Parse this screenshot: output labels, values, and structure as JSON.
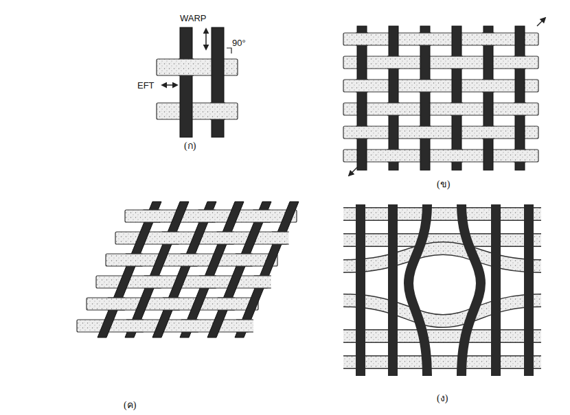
{
  "diagram": {
    "labels": [
      "WARP",
      "EFT",
      "90°",
      "(ก)",
      "(ข)",
      "(ค)",
      "(ง)"
    ]
  }
}
